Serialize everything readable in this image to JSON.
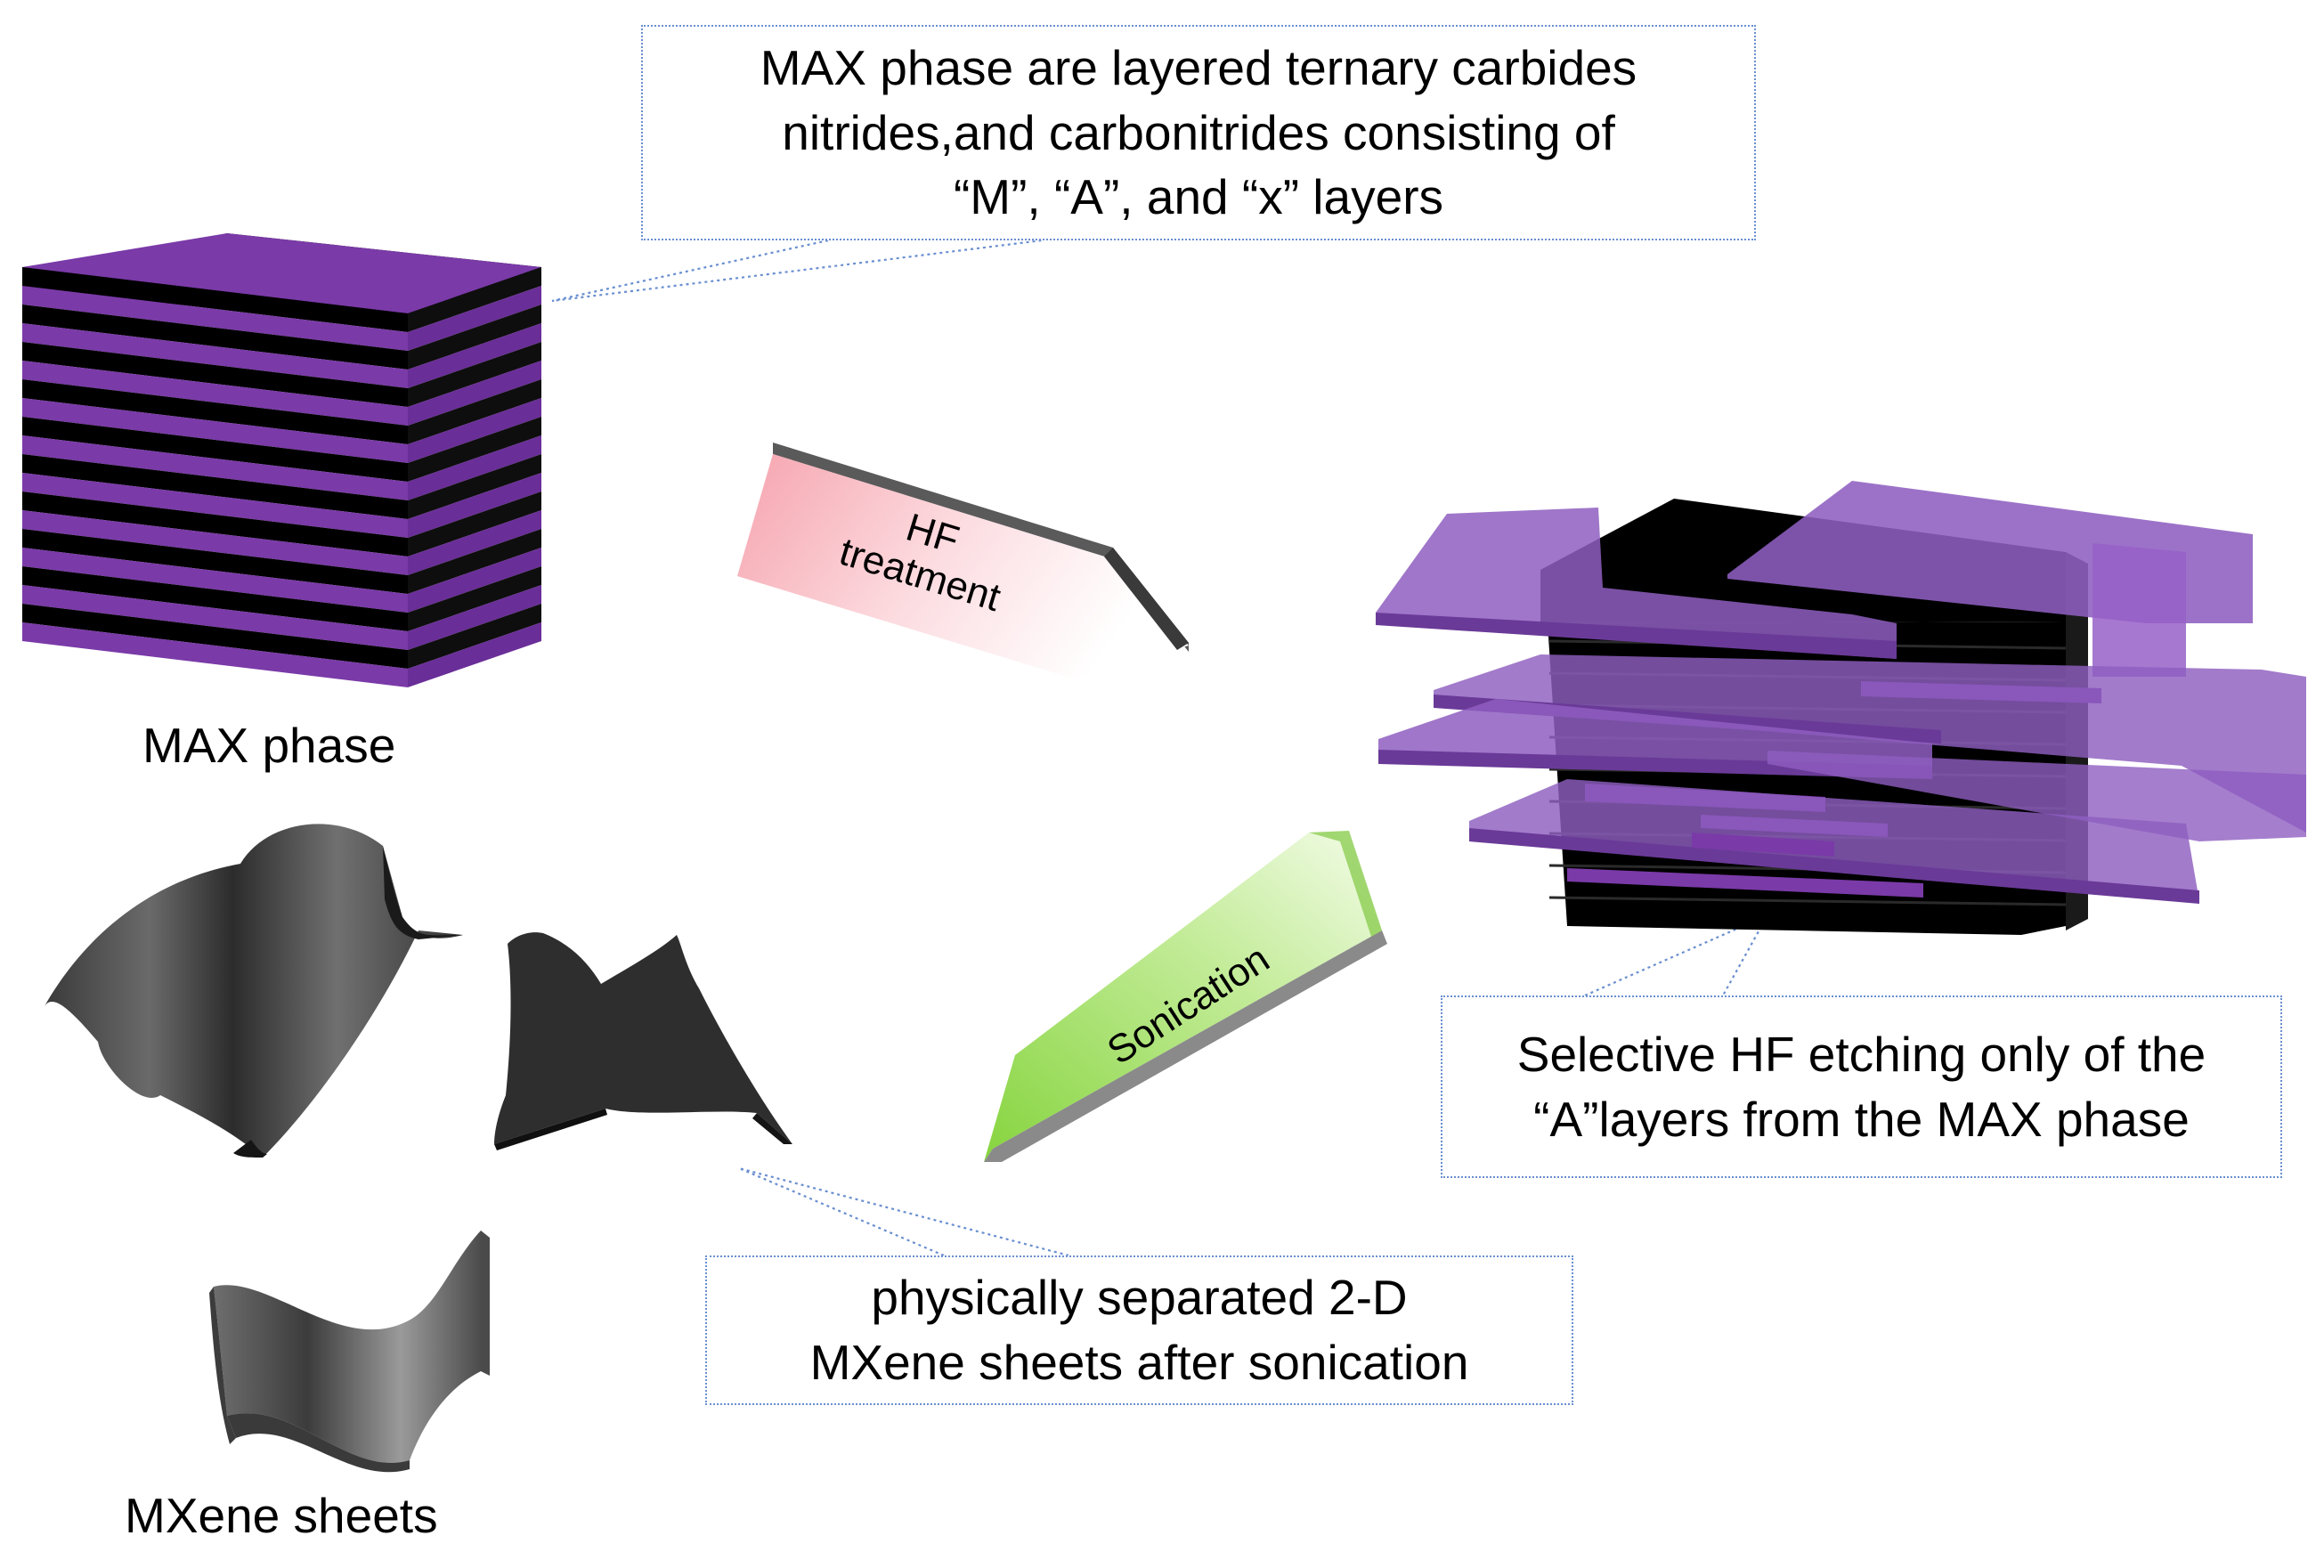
{
  "callouts": {
    "max_phase_note": {
      "line1": "MAX phase are layered ternary carbides",
      "line2": "nitrides,and carbonitrides consisting of",
      "line3": "“M”, “A”, and “x” layers"
    },
    "etching_note": {
      "line1": "Selective HF etching only of the",
      "line2": "“A”layers from the MAX phase"
    },
    "sonication_note": {
      "line1": "physically separated 2-D",
      "line2": "MXene sheets after sonication"
    }
  },
  "labels": {
    "max_phase": "MAX phase",
    "mxene_sheets": "MXene sheets"
  },
  "arrows": {
    "hf": {
      "line1": "HF",
      "line2": "treatment"
    },
    "sonication": {
      "label": "Sonication"
    }
  },
  "colors": {
    "purple": "#7a3aa8",
    "black": "#000000",
    "etched_purple": "#8e5ec0",
    "hf_arrow_pink": "#f7aab4",
    "sonication_green": "#8fd84a",
    "callout_border": "#6a8fd0"
  }
}
